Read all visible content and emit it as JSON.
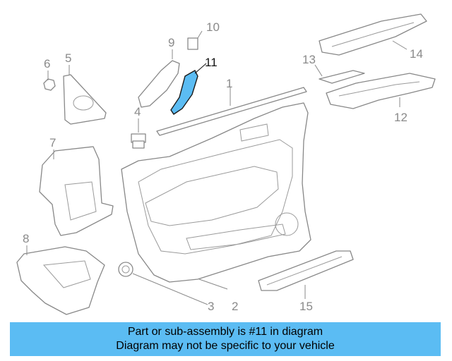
{
  "diagram": {
    "callouts": [
      "1",
      "2",
      "3",
      "4",
      "5",
      "6",
      "7",
      "8",
      "9",
      "10",
      "11",
      "12",
      "13",
      "14",
      "15"
    ],
    "highlighted": "11",
    "highlight_color": "#5bbcf3"
  },
  "banner": {
    "line1": "Part or sub-assembly is #11 in diagram",
    "line2": "Diagram may not be specific to your vehicle",
    "background": "#5bbcf3"
  }
}
